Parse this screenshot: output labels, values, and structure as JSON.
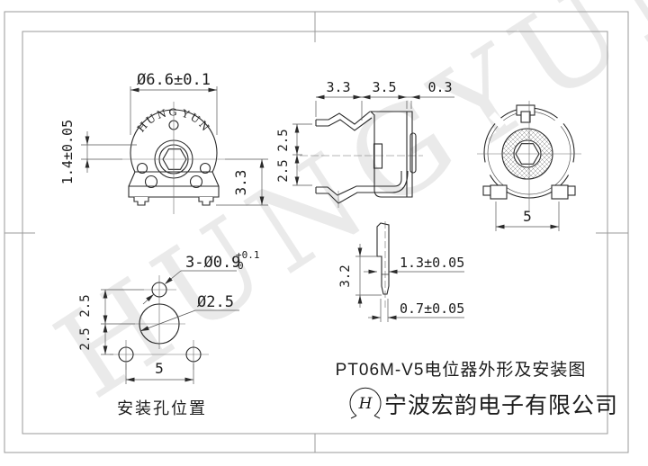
{
  "watermark": "HUNGYUN",
  "front_view": {
    "brand_left": "HUNG",
    "brand_right": "YUN",
    "dim_diameter": "Ø6.6±0.1",
    "dim_height": "1.4±0.05",
    "dim_bottom_height": "3.3"
  },
  "side_view": {
    "top_dims": [
      "3.3",
      "3.5",
      "0.3"
    ],
    "left_dims": [
      "2.5",
      "2.5"
    ]
  },
  "back_view": {
    "dim_width": "5"
  },
  "mounting_view": {
    "dim_holes": "3-Ø0.9",
    "tol_upper": "+0.1",
    "tol_lower": "0",
    "dim_center_hole": "Ø2.5",
    "left_dims": [
      "2.5",
      "2.5"
    ],
    "dim_width": "5",
    "caption": "安装孔位置"
  },
  "pin_view": {
    "dim_length": "3.2",
    "dim_width": "1.3±0.05",
    "dim_tip": "0.7±0.05"
  },
  "footer": {
    "title": "PT06M-V5电位器外形及安装图",
    "logo_letter": "H",
    "company": "宁波宏韵电子有限公司"
  }
}
